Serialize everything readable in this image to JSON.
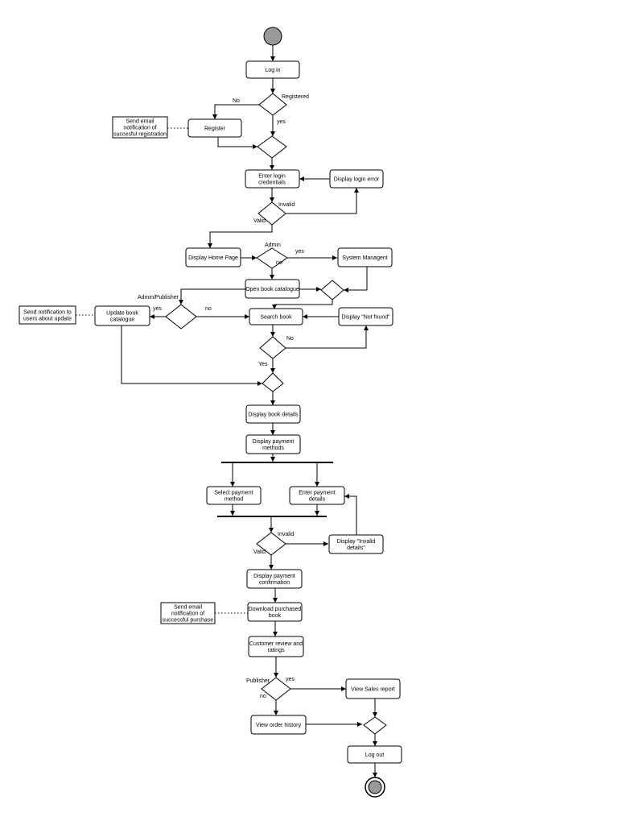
{
  "nodes": {
    "login": [
      "Log in"
    ],
    "register": [
      "Register"
    ],
    "note_registration": [
      "Send email",
      "notification of",
      "succesful registration"
    ],
    "enter_credentials": [
      "Enter login",
      "credentials"
    ],
    "login_error": [
      "Display login error"
    ],
    "home_page": [
      "Display Home Page"
    ],
    "system_management": [
      "System Managent"
    ],
    "open_catalogue": [
      "Open book catalogue"
    ],
    "update_catalogue": [
      "Update book",
      "catalogue"
    ],
    "note_update": [
      "Send notification to",
      "users about update"
    ],
    "search_book": [
      "Search book"
    ],
    "not_found": [
      "Display \"Not found\""
    ],
    "book_details": [
      "Display book details"
    ],
    "payment_methods": [
      "Display payment",
      "methods"
    ],
    "select_payment": [
      "Select payment",
      "method"
    ],
    "enter_payment": [
      "Enter payment",
      "details"
    ],
    "invalid_details": [
      "Display \"Invalid",
      "details\""
    ],
    "payment_confirmation": [
      "Display payment",
      "confirmation"
    ],
    "download_book": [
      "Download purchased",
      "book"
    ],
    "note_purchase": [
      "Send email",
      "notification of",
      "successful purchase"
    ],
    "review": [
      "Customer review and",
      "ratings"
    ],
    "sales_report": [
      "View Sales report"
    ],
    "order_history": [
      "View order history"
    ],
    "logout": [
      "Log out"
    ]
  },
  "edge_labels": {
    "no_register": "No",
    "registered": "Registered",
    "yes_registered": "yes",
    "invalid_login": "Invalid",
    "valid_login": "Valid",
    "admin": "Admin",
    "yes_admin": "yes",
    "no_admin": "no",
    "admin_publisher": "Admin/Publisher",
    "yes_publisher_update": "yes",
    "no_publisher_update": "no",
    "no_found": "No",
    "yes_found": "Yes",
    "invalid_payment": "Invalid",
    "valid_payment": "Valid",
    "publisher": "Publisher",
    "yes_publisher": "yes",
    "no_publisher": "no"
  }
}
